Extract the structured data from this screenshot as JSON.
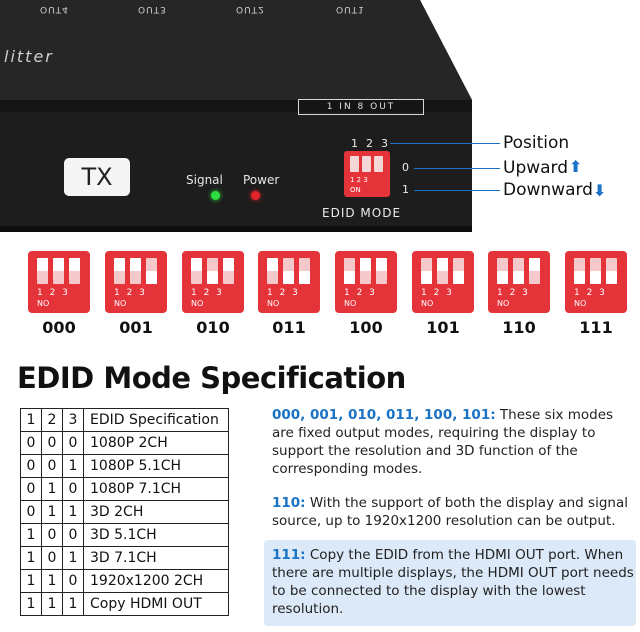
{
  "device": {
    "ports": [
      "OUT4",
      "OUT3",
      "OUT2",
      "OUT1"
    ],
    "brand_fragment": "litter",
    "model": "1 IN 8 OUT",
    "tx_label": "TX",
    "led_labels": [
      "Signal",
      "Power"
    ],
    "switch_numbers": [
      "1",
      "2",
      "3"
    ],
    "switch_positions": [
      "0",
      "1"
    ],
    "switch_on_text": "ON",
    "switch_nums_small": "1 2 3",
    "mode_label": "EDID MODE",
    "callouts": {
      "position": "Position",
      "upward": "Upward",
      "downward": "Downward"
    },
    "colors": {
      "body": "#202020",
      "accent": "#1a73c6",
      "switch": "#e5333a",
      "led_green": "#2fdc3d",
      "led_red": "#e0242a"
    }
  },
  "dip_codes": [
    "000",
    "001",
    "010",
    "011",
    "100",
    "101",
    "110",
    "111"
  ],
  "dip_small_text": {
    "nums": "1 2 3",
    "on": "NO"
  },
  "title": "EDID Mode Specification",
  "table": {
    "header": [
      "1",
      "2",
      "3",
      "EDID Specification"
    ],
    "rows": [
      [
        "0",
        "0",
        "0",
        "1080P 2CH"
      ],
      [
        "0",
        "0",
        "1",
        "1080P 5.1CH"
      ],
      [
        "0",
        "1",
        "0",
        "1080P 7.1CH"
      ],
      [
        "0",
        "1",
        "1",
        "3D 2CH"
      ],
      [
        "1",
        "0",
        "0",
        "3D 5.1CH"
      ],
      [
        "1",
        "0",
        "1",
        "3D 7.1CH"
      ],
      [
        "1",
        "1",
        "0",
        "1920x1200 2CH"
      ],
      [
        "1",
        "1",
        "1",
        "Copy HDMI OUT"
      ]
    ]
  },
  "descriptions": [
    {
      "codes": "000, 001, 010, 011, 100, 101:",
      "text": " These six modes are fixed output modes, requiring the display to support the resolution and 3D function of the corresponding modes."
    },
    {
      "codes": "110:",
      "text": " With the support of both the display and signal source, up to 1920x1200 resolution can be output."
    },
    {
      "codes": "111:",
      "text": " Copy the EDID from the HDMI OUT port. When there are multiple displays, the HDMI OUT port needs to be connected to the display with the lowest resolution."
    }
  ]
}
